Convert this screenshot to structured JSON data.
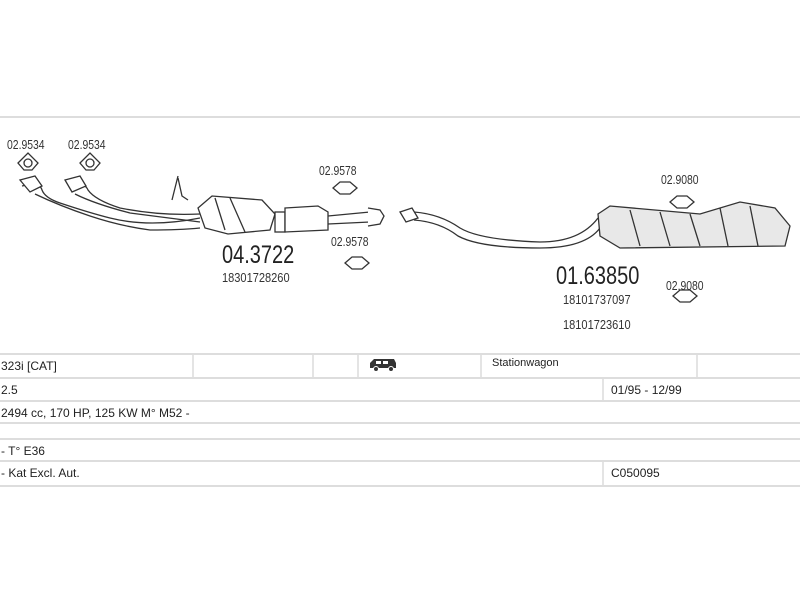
{
  "parts": {
    "gasket_1": "02.9534",
    "gasket_2": "02.9534",
    "hanger_1": "02.9578",
    "hanger_2": "02.9578",
    "front_part": "04.3722",
    "front_oe": "18301728260",
    "rear_hanger_1": "02.9080",
    "rear_hanger_2": "02.9080",
    "rear_part": "01.63850",
    "rear_oe_1": "18101737097",
    "rear_oe_2": "18101723610"
  },
  "vehicle": {
    "model": "323i  [CAT]",
    "body_icon": "car-icon",
    "body": "Stationwagon",
    "engine": "2.5",
    "years": "01/95 - 12/99",
    "specs": "2494 cc, 170 HP, 125 KW M° M52 -",
    "type": "- T° E36",
    "note": "- Kat Excl. Aut.",
    "code": "C050095"
  }
}
